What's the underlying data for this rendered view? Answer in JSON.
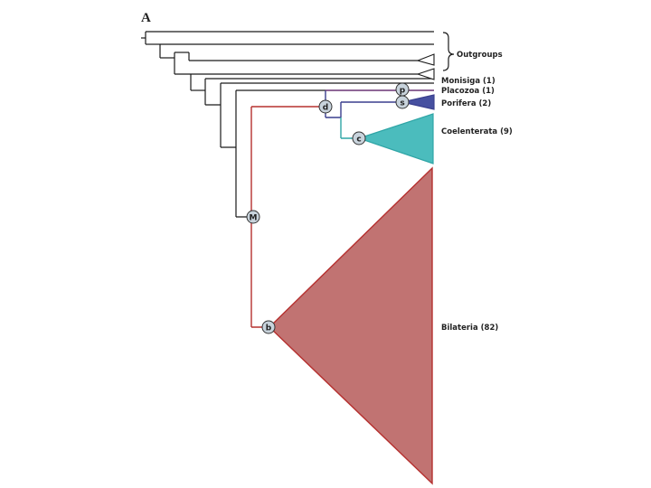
{
  "panel_label": "A",
  "outgroups_label": "Outgroups",
  "colors": {
    "outgroup": "#1a1a1a",
    "bilateria": "#b5302f",
    "bilateria_fill": "#c17372",
    "porifera": "#3a3f8e",
    "placozoa": "#6a3575",
    "coelenterata": "#2fa5a6",
    "coelenterata_fill": "#4bbcbd",
    "porifera_fill": "#4650a0"
  },
  "clade_labels": {
    "monosiga": "Monisiga (1)",
    "placozoa": "Placozoa (1)",
    "porifera": "Porifera (2)",
    "coelenterata": "Coelenterata (9)",
    "bilateria": "Bilateria (82)"
  },
  "nodes": {
    "m": "M",
    "d": "d",
    "p": "p",
    "s": "s",
    "c": "c",
    "b": "b"
  }
}
